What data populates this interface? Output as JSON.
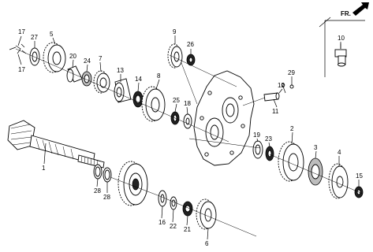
{
  "orientation_label": "FR.",
  "callouts": {
    "c17a": "17",
    "c17b": "17",
    "c27": "27",
    "c5": "5",
    "c20": "20",
    "c24": "24",
    "c7": "7",
    "c13": "13",
    "c14": "14",
    "c8": "8",
    "c25": "25",
    "c18": "18",
    "c9": "9",
    "c26": "26",
    "c10": "10",
    "c12": "12",
    "c29": "29",
    "c11": "11",
    "c1": "1",
    "c28a": "28",
    "c28b": "28",
    "c19": "19",
    "c23": "23",
    "c2": "2",
    "c3": "3",
    "c4": "4",
    "c15": "15",
    "c16": "16",
    "c22": "22",
    "c21": "21",
    "c6": "6"
  }
}
